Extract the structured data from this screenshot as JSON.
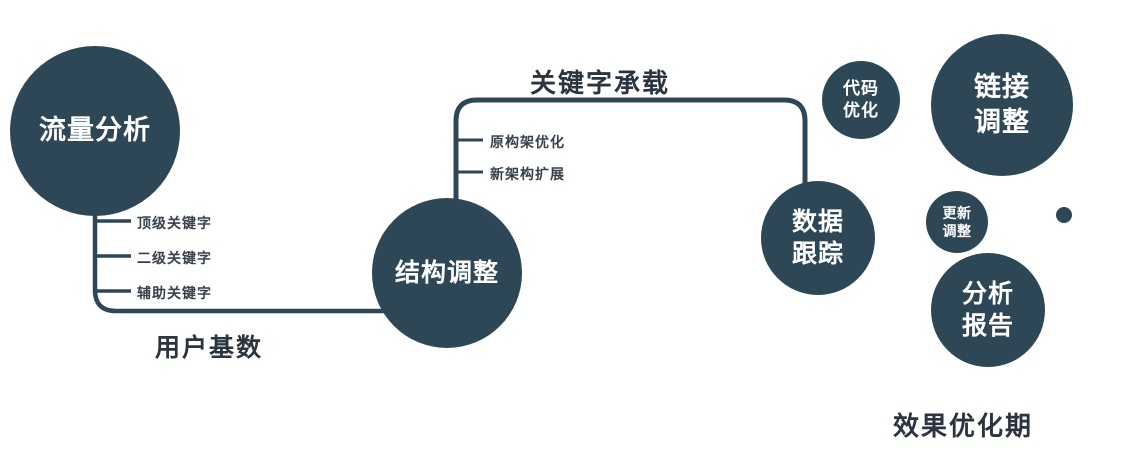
{
  "colors": {
    "node_fill": "#2e4756",
    "connector": "#2e4756",
    "label_text": "#2b3540",
    "node_text": "#ffffff"
  },
  "nodes": {
    "traffic": {
      "label": "流量分析"
    },
    "structure": {
      "label": "结构调整"
    },
    "tracking": {
      "line1": "数据",
      "line2": "跟踪"
    },
    "code": {
      "line1": "代码",
      "line2": "优化"
    },
    "link": {
      "line1": "链接",
      "line2": "调整"
    },
    "update": {
      "line1": "更新",
      "line2": "调整"
    },
    "report": {
      "line1": "分析",
      "line2": "报告"
    }
  },
  "edge_labels": {
    "user_base": "用户基数",
    "keyword_load": "关键字承载"
  },
  "branches": {
    "traffic": [
      "顶级关键字",
      "二级关键字",
      "辅助关键字"
    ],
    "structure": [
      "原构架优化",
      "新架构扩展"
    ]
  },
  "footer": "效果优化期"
}
